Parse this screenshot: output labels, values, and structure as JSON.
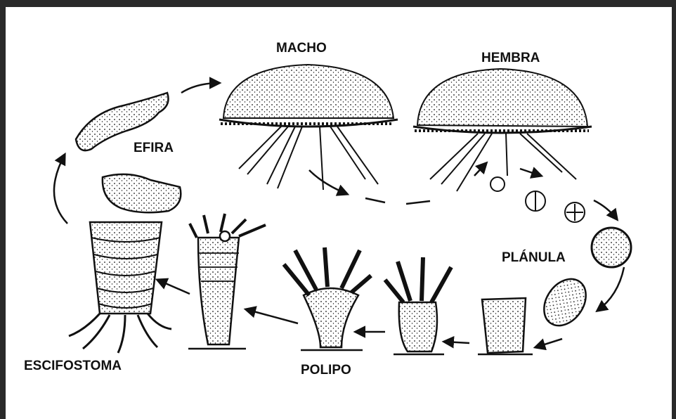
{
  "labels": {
    "macho": "MACHO",
    "hembra": "HEMBRA",
    "efira": "EFIRA",
    "planula": "PLÁNULA",
    "escifostoma": "ESCIFOSTOMA",
    "polipo": "POLIPO"
  },
  "colors": {
    "ink": "#111111",
    "paper": "#ffffff",
    "frame": "#2a2a2a"
  }
}
